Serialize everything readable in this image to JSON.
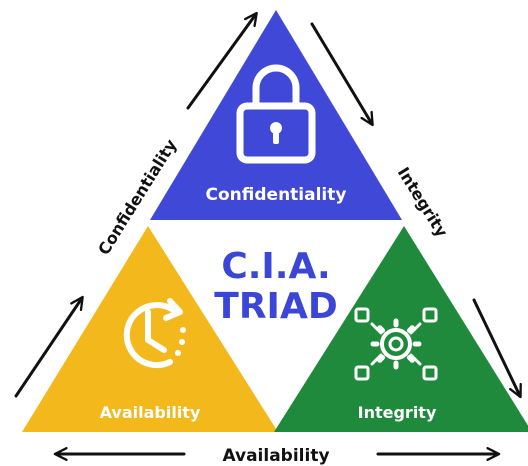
{
  "colors": {
    "confidentiality": "#4048d8",
    "availability": "#f3b91c",
    "integrity": "#1f8a3c",
    "title": "#3b46d6",
    "arrow": "#111111",
    "icon": "#ffffff"
  },
  "center": {
    "line1": "C.I.A.",
    "line2": "TRIAD"
  },
  "triangles": {
    "confidentiality": {
      "label": "Confidentiality",
      "icon": "padlock-icon"
    },
    "availability": {
      "label": "Availability",
      "icon": "clock-refresh-icon"
    },
    "integrity": {
      "label": "Integrity",
      "icon": "gear-network-icon"
    }
  },
  "sides": {
    "left": "Confidentiality",
    "right": "Integrity",
    "bottom": "Availability"
  }
}
